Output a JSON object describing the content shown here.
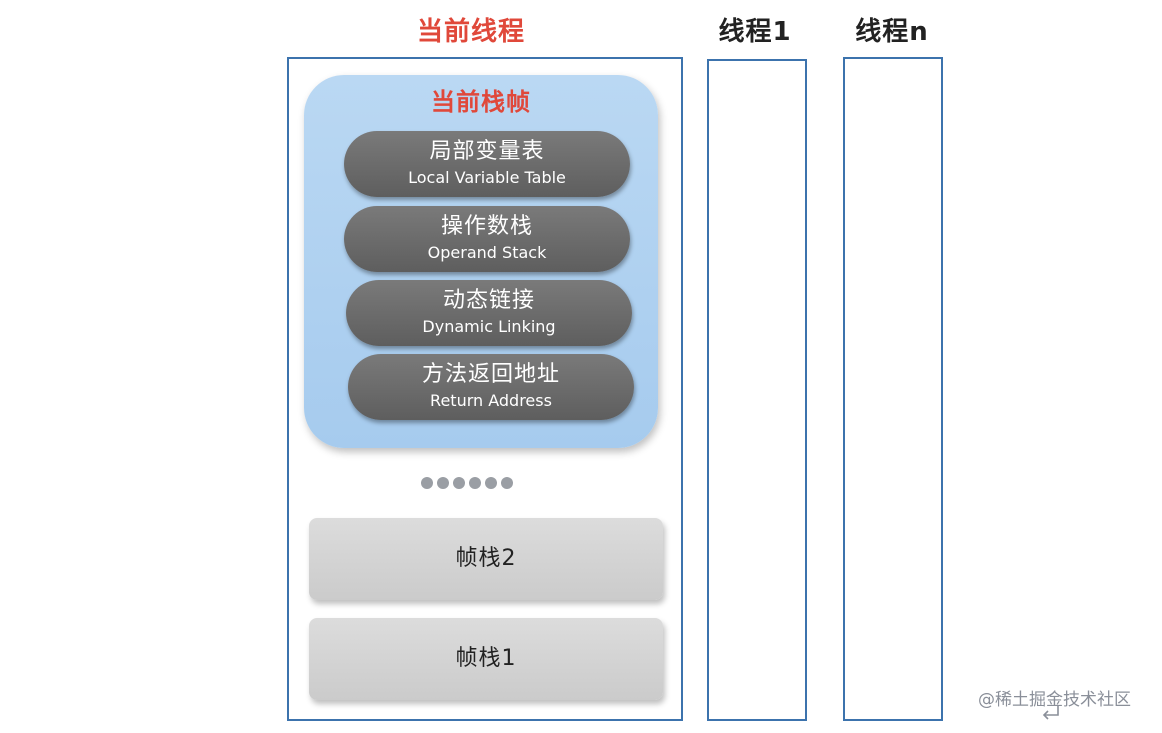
{
  "threads": {
    "current": {
      "title": "当前线程"
    },
    "thread_1": {
      "title": "线程1"
    },
    "thread_n": {
      "title": "线程n"
    }
  },
  "current_frame": {
    "title": "当前栈帧",
    "components": [
      {
        "cn": "局部变量表",
        "en": "Local Variable Table"
      },
      {
        "cn": "操作数栈",
        "en": "Operand Stack"
      },
      {
        "cn": "动态链接",
        "en": "Dynamic Linking"
      },
      {
        "cn": "方法返回地址",
        "en": "Return Address"
      }
    ]
  },
  "ellipsis_dot_count": 6,
  "stack_frames": [
    {
      "label": "帧栈2"
    },
    {
      "label": "帧栈1"
    }
  ],
  "watermark": "@稀土掘金技术社区",
  "colors": {
    "title_red": "#e0483a",
    "thread_border": "#3c73ad",
    "frame_blue": "#a6cbee",
    "component_gray": "#666666",
    "stack_frame_gray": "#d3d3d3"
  }
}
